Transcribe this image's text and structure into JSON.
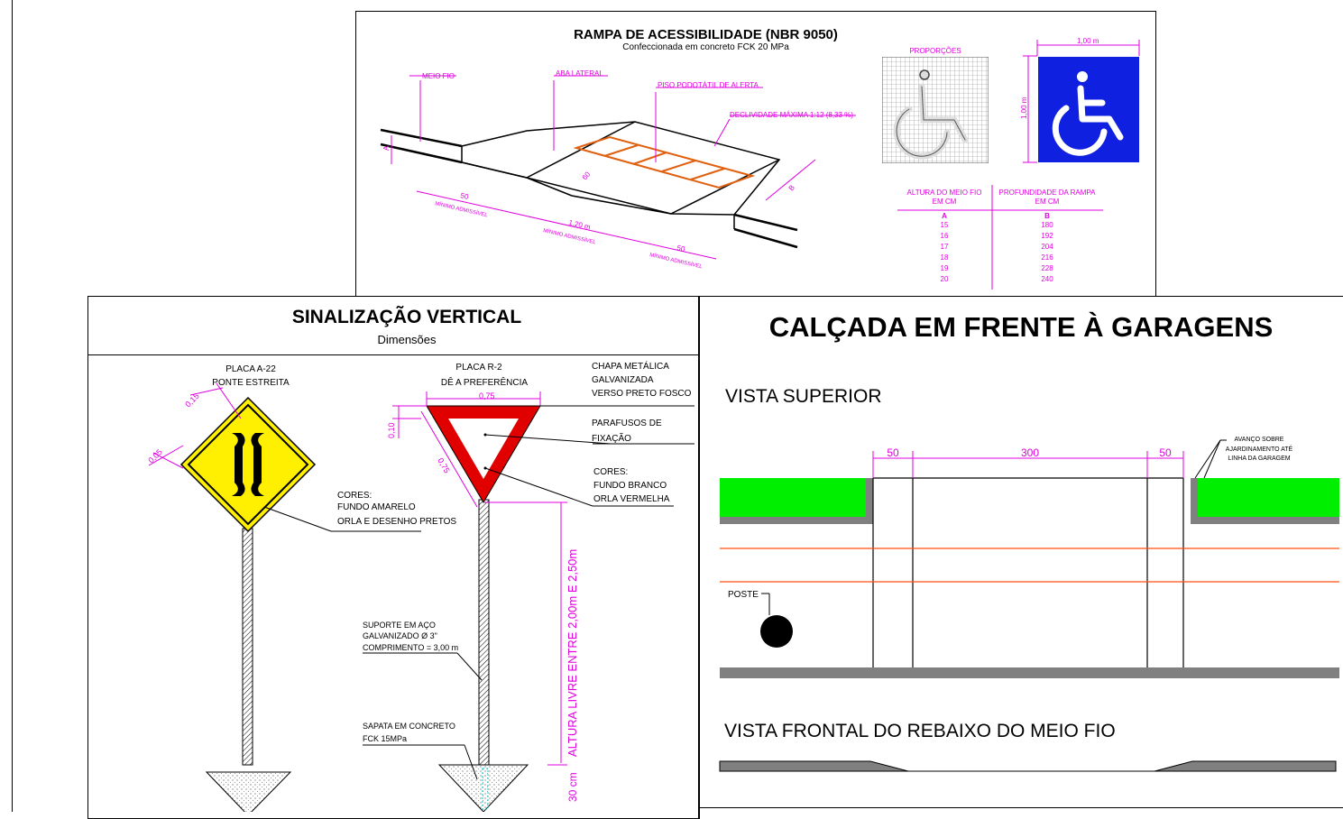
{
  "ramp": {
    "title": "RAMPA DE ACESSIBILIDADE (NBR 9050)",
    "subtitle": "Confeccionada em concreto FCK 20 MPa",
    "labels": {
      "meio_fio": "MEIO FIO",
      "aba_lateral": "ABA LATERAL",
      "piso": "PISO PODOTÁTIL DE ALERTA",
      "declividade": "DECLIVIDADE MÁXIMA 1:12 (8,33 %)",
      "dim_50_left": "50",
      "dim_120": "1,20 m",
      "dim_50_right": "50",
      "minimo": "MÍNIMO ADMISSÍVEL",
      "dim_60": "60",
      "dim_a": "A",
      "dim_b": "B"
    },
    "proporcoes": "PROPORÇÕES",
    "sign_width": "1,00 m",
    "sign_height": "1,00 m",
    "table": {
      "col1_header": "ALTURA DO MEIO FIO",
      "col1_sub": "EM CM",
      "col2_header": "PROFUNDIDADE DA RAMPA",
      "col2_sub": "EM CM",
      "col1_key": "A",
      "col2_key": "B",
      "rows": [
        [
          "15",
          "180"
        ],
        [
          "16",
          "192"
        ],
        [
          "17",
          "204"
        ],
        [
          "18",
          "216"
        ],
        [
          "19",
          "228"
        ],
        [
          "20",
          "240"
        ]
      ]
    },
    "colors": {
      "accent": "#e000e0",
      "tactile": "#e06010",
      "sign_blue": "#1020e0"
    }
  },
  "signage": {
    "title": "SINALIZAÇÃO VERTICAL",
    "subtitle": "Dimensões",
    "placa_a22_code": "PLACA A-22",
    "placa_a22_name": "PONTE ESTREITA",
    "placa_r2_code": "PLACA R-2",
    "placa_r2_name": "DÊ A PREFERÊNCIA",
    "dim_015": "0,15",
    "dim_005": "0,05",
    "dim_075_top": "0,75",
    "dim_075_side": "0,75",
    "dim_010": "0,10",
    "cores_a22": [
      "CORES:",
      "FUNDO AMARELO",
      "ORLA E DESENHO PRETOS"
    ],
    "chapa": [
      "CHAPA METÁLICA",
      "GALVANIZADA",
      "VERSO PRETO FOSCO"
    ],
    "parafusos": [
      "PARAFUSOS DE",
      "FIXAÇÃO"
    ],
    "cores_r2": [
      "CORES:",
      "FUNDO BRANCO",
      "ORLA VERMELHA"
    ],
    "suporte": [
      "SUPORTE EM AÇO",
      "GALVANIZADO Ø 3\"",
      "COMPRIMENTO = 3,00 m"
    ],
    "sapata": [
      "SAPATA EM CONCRETO",
      "FCK 15MPa"
    ],
    "altura_livre": "ALTURA LIVRE ENTRE 2,00m E 2,50m",
    "dim_30": "30 cm",
    "colors": {
      "yellow": "#ffef00",
      "red": "#e00000"
    }
  },
  "garage": {
    "title": "CALÇADA EM FRENTE À GARAGENS",
    "vista_superior": "VISTA SUPERIOR",
    "dim_50_left": "50",
    "dim_300": "300",
    "dim_50_right": "50",
    "avanco": [
      "AVANÇO SOBRE",
      "AJARDINAMENTO ATÉ",
      "LINHA DA GARAGEM"
    ],
    "poste": "POSTE",
    "vista_frontal": "VISTA FRONTAL DO REBAIXO DO MEIO FIO",
    "colors": {
      "green": "#00ee00",
      "orange": "#ff5010",
      "grey": "#808080"
    }
  }
}
